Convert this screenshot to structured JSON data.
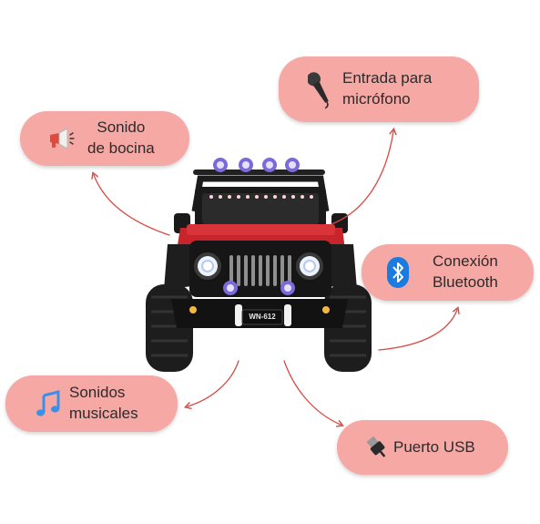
{
  "features": {
    "horn": {
      "line1": "Sonido",
      "line2": "de bocina",
      "icon": "megaphone-icon"
    },
    "mic": {
      "line1": "Entrada para",
      "line2": "micrófono",
      "icon": "microphone-icon"
    },
    "bluetooth": {
      "line1": "Conexión",
      "line2": "Bluetooth",
      "icon": "bluetooth-icon"
    },
    "music": {
      "line1": "Sonidos",
      "line2": "musicales",
      "icon": "music-note-icon"
    },
    "usb": {
      "line1": "Puerto USB",
      "icon": "usb-plug-icon"
    }
  },
  "vehicle": {
    "plate": "WN-612"
  },
  "colors": {
    "pill": "#f6a8a4",
    "arrow": "#d94a45",
    "car_body": "#c8242b",
    "bluetooth": "#1a7be0"
  }
}
